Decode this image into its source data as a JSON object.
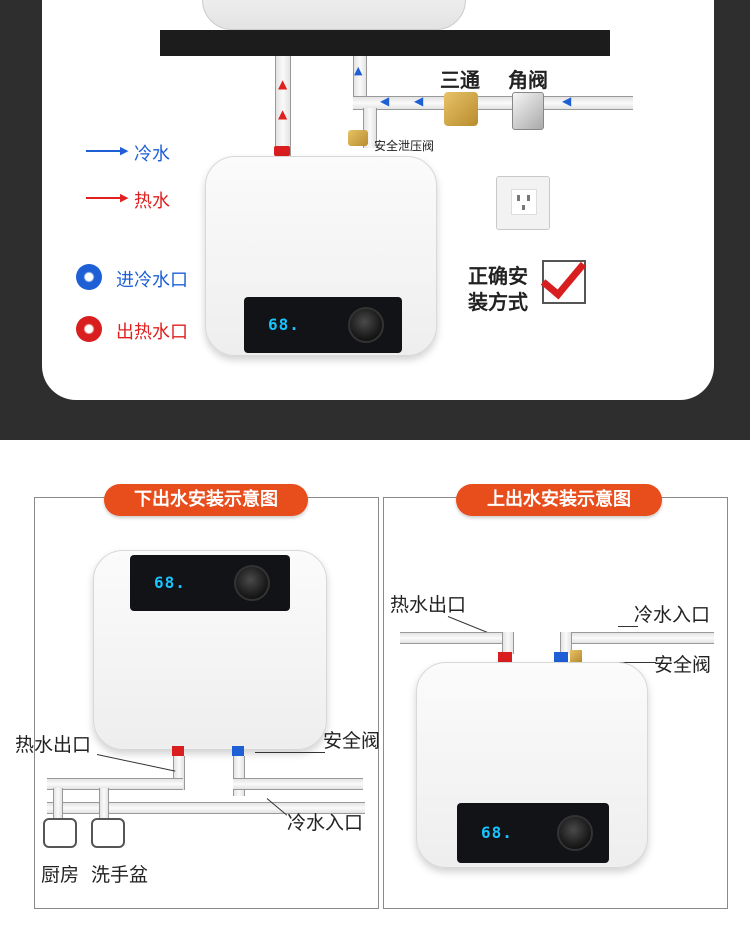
{
  "top": {
    "valve_labels": {
      "tee": "三通",
      "angle": "角阀"
    },
    "relief_valve_label": "安全泄压阀",
    "legend": {
      "cold": "冷水",
      "hot": "热水"
    },
    "connectors": {
      "cold_inlet": "进冷水口",
      "hot_outlet": "出热水口"
    },
    "correct_install": {
      "line1": "正确安",
      "line2": "装方式"
    },
    "display": "68."
  },
  "bottom_outlet": {
    "title": "下出水安装示意图",
    "display": "68.",
    "hot_outlet": "热水出口",
    "safety_valve": "安全阀",
    "cold_inlet": "冷水入口",
    "kitchen": "厨房",
    "basin": "洗手盆"
  },
  "top_outlet": {
    "title": "上出水安装示意图",
    "display": "68.",
    "hot_outlet": "热水出口",
    "cold_inlet": "冷水入口",
    "safety_valve": "安全阀"
  },
  "colors": {
    "accent": "#e84d1c",
    "cold": "#1e5fd6",
    "hot": "#e02020",
    "lcd": "#19c4ff",
    "dark_bg": "#2e2e2e"
  }
}
